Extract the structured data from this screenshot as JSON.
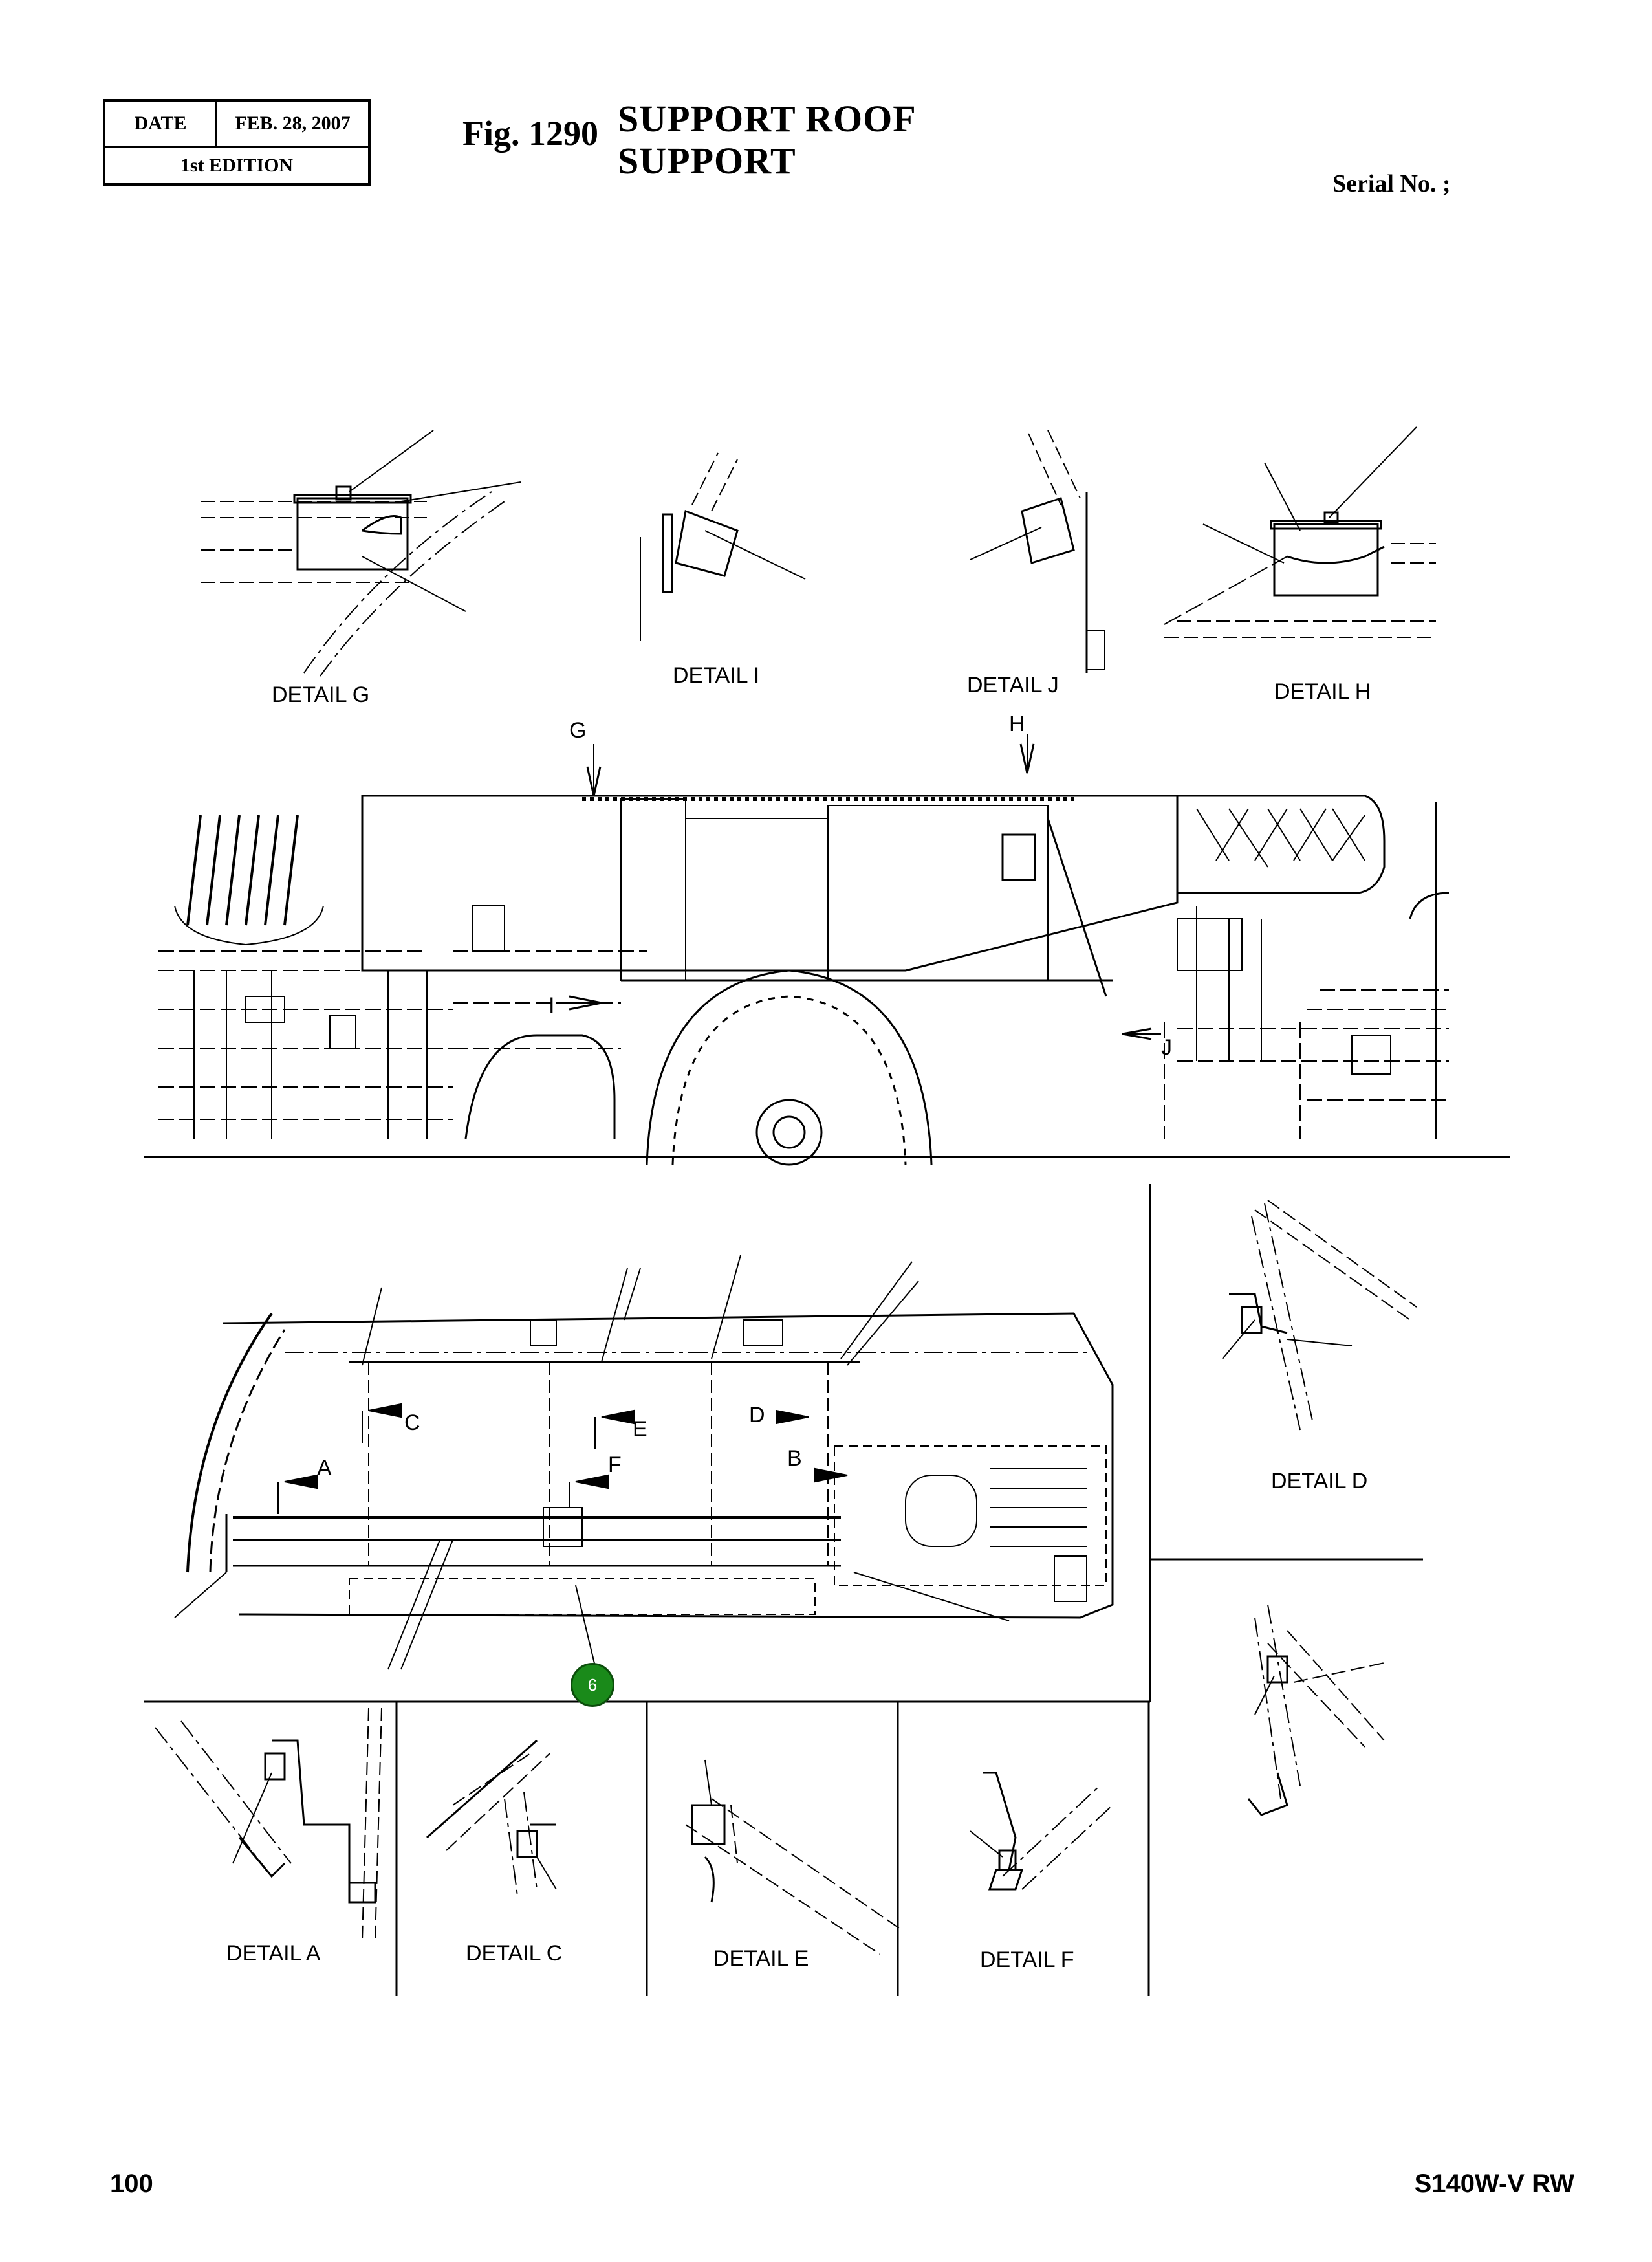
{
  "header": {
    "date_label": "DATE",
    "date_value": "FEB. 28, 2007",
    "edition": "1st EDITION",
    "fig_number": "Fig. 1290",
    "title_line1": "SUPPORT  ROOF",
    "title_line2": "SUPPORT",
    "serial": "Serial No. ;"
  },
  "details": {
    "g": "DETAIL G",
    "i": "DETAIL I",
    "j": "DETAIL J",
    "h": "DETAIL H",
    "d": "DETAIL D",
    "a": "DETAIL A",
    "c": "DETAIL C",
    "e": "DETAIL E",
    "f": "DETAIL F"
  },
  "callouts": {
    "G": "G",
    "H": "H",
    "I": "I",
    "J": "J",
    "A": "A",
    "B": "B",
    "C": "C",
    "D": "D",
    "E": "E",
    "F": "F"
  },
  "marker": {
    "number": "6",
    "color": "#1a8a1a"
  },
  "footer": {
    "page": "100",
    "model": "S140W-V RW"
  }
}
